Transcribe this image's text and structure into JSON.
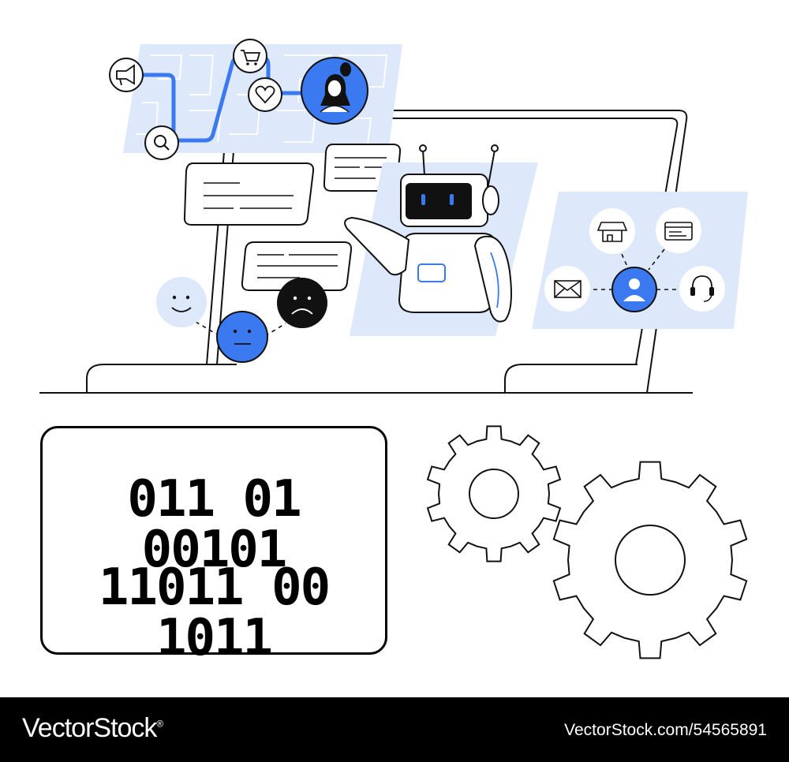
{
  "binary": {
    "line1": "011 01 00101",
    "line2": "11011 00 1011"
  },
  "footer": {
    "brand": "VectorStock",
    "brand_mark": "®",
    "image_id": "VectorStock.com/54565891"
  },
  "colors": {
    "accent": "#3b79f0",
    "light_panel": "#dde8fb",
    "ink": "#111111"
  },
  "icons": [
    "megaphone-icon",
    "search-icon",
    "cart-icon",
    "heart-icon",
    "woman-avatar-icon",
    "robot-icon",
    "smile-icon",
    "neutral-face-icon",
    "sad-face-icon",
    "store-icon",
    "browser-window-icon",
    "mail-icon",
    "user-icon",
    "headset-icon",
    "gear-icon"
  ]
}
